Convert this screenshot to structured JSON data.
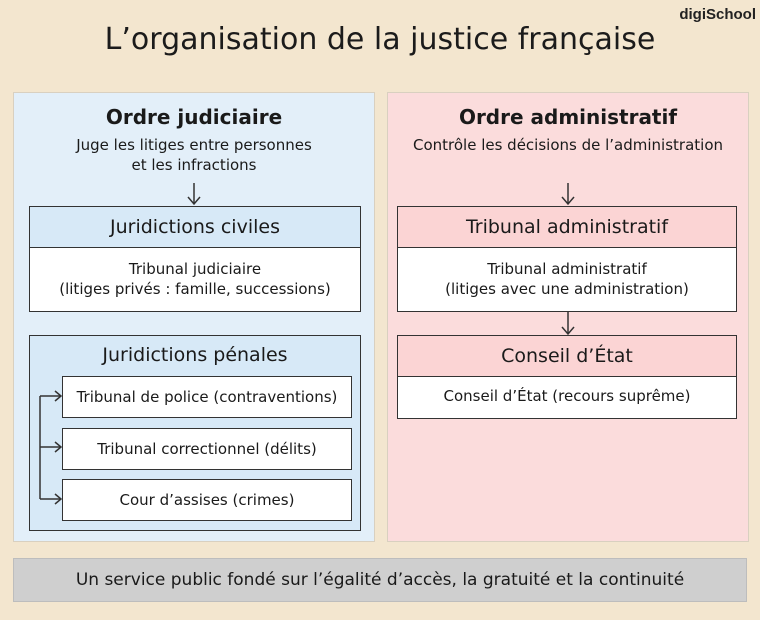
{
  "brand": "digiSchool",
  "title": "L’organisation de la justice française",
  "judiciaire": {
    "heading": "Ordre judiciaire",
    "desc_line1": "Juge les litiges entre personnes",
    "desc_line2": "et les infractions",
    "civil": {
      "title": "Juridictions civiles",
      "line1": "Tribunal judiciaire",
      "line2": "(litiges privés : famille, successions)"
    },
    "penal": {
      "title": "Juridictions pénales",
      "items": [
        "Tribunal de police (contraventions)",
        "Tribunal correctionnel (délits)",
        "Cour d’assises (crimes)"
      ]
    }
  },
  "administratif": {
    "heading": "Ordre administratif",
    "desc": "Contrôle les décisions de l’administration",
    "tribunal": {
      "title": "Tribunal administratif",
      "line1": "Tribunal administratif",
      "line2": "(litiges avec une administration)"
    },
    "conseil": {
      "title": "Conseil d’État",
      "body": "Conseil d’État (recours suprême)"
    }
  },
  "footer": "Un service public fondé sur l’égalité d’accès, la gratuité et la continuité",
  "colors": {
    "background": "#f3e6cf",
    "judiciaire_panel": "#e3eff9",
    "administratif_panel": "#fbdcdc",
    "footer": "#cfcfcf"
  }
}
